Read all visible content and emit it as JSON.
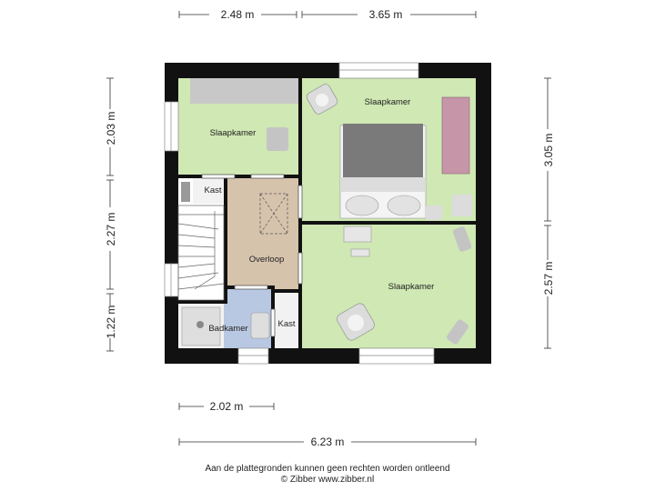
{
  "dimensions": {
    "top_left": "2.48 m",
    "top_right": "3.65 m",
    "left_top": "2.03 m",
    "left_middle": "2.27 m",
    "left_bottom": "1.22 m",
    "right_top": "3.05 m",
    "right_bottom": "2.57 m",
    "bottom_inner": "2.02 m",
    "bottom_total": "6.23 m"
  },
  "rooms": {
    "bedroom_topleft": "Slaapkamer",
    "bedroom_topright": "Slaapkamer",
    "bedroom_bottomright": "Slaapkamer",
    "closet_left": "Kast",
    "landing": "Overloop",
    "bathroom": "Badkamer",
    "closet_right": "Kast"
  },
  "colors": {
    "bedroom": "#cfe8b4",
    "landing": "#d6c3ac",
    "bathroom": "#b8c8e2",
    "closet": "#f2f2f2",
    "wall": "#111111"
  },
  "footer": {
    "disclaimer": "Aan de plattegronden kunnen geen rechten worden ontleend",
    "copyright": "© Zibber www.zibber.nl"
  }
}
